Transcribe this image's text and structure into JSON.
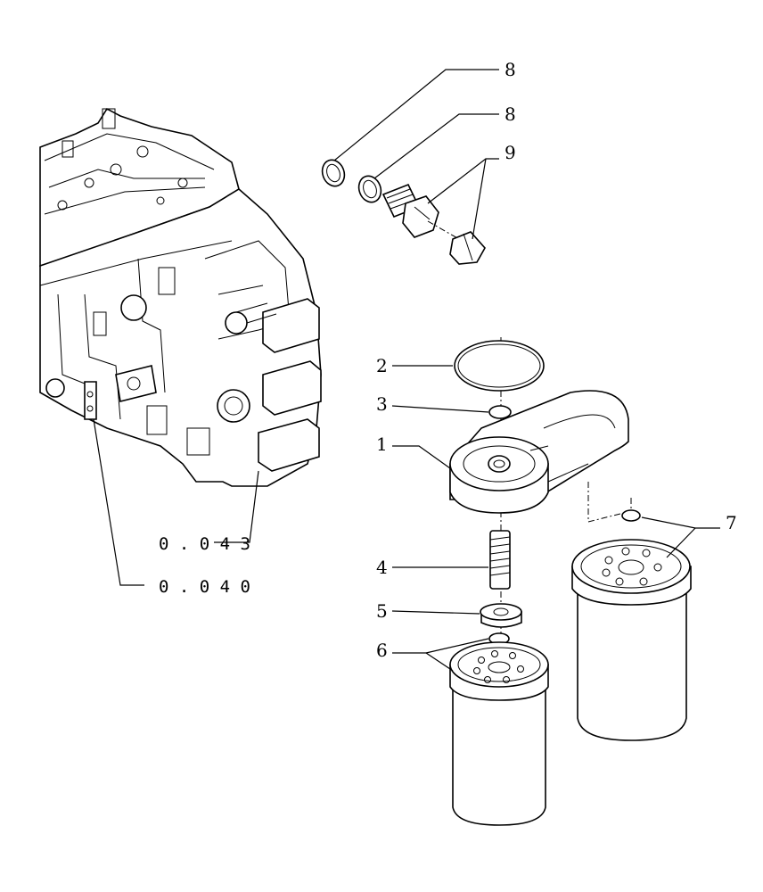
{
  "callouts": {
    "c1": "1",
    "c2": "2",
    "c3": "3",
    "c4": "4",
    "c5": "5",
    "c6": "6",
    "c7": "7",
    "c8a": "8",
    "c8b": "8",
    "c9": "9"
  },
  "references": {
    "ref1": "0 . 0 4 3",
    "ref2": "0 . 0 4 0"
  }
}
